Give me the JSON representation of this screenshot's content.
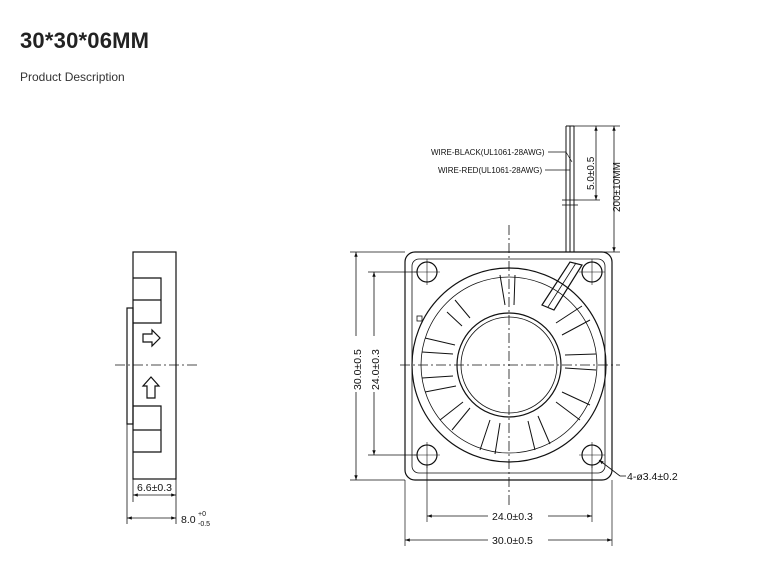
{
  "page": {
    "title": "30*30*06MM",
    "subtitle": "Product Description"
  },
  "drawing": {
    "wire_black": "WIRE-BLACK(UL1061-28AWG)",
    "wire_red": "WIRE-RED(UL1061-28AWG)",
    "wire_strip": "5.0±0.5",
    "wire_length": "200±10MM",
    "height_outer": "30.0±0.5",
    "height_hole": "24.0±0.3",
    "width_hole": "24.0±0.3",
    "width_outer": "30.0±0.5",
    "hole_spec": "4-ø3.4±0.2",
    "side_thickness": "6.6±0.3",
    "side_total": "8.0",
    "side_total_tol_upper": "+0",
    "side_total_tol_lower": "-0.5"
  }
}
